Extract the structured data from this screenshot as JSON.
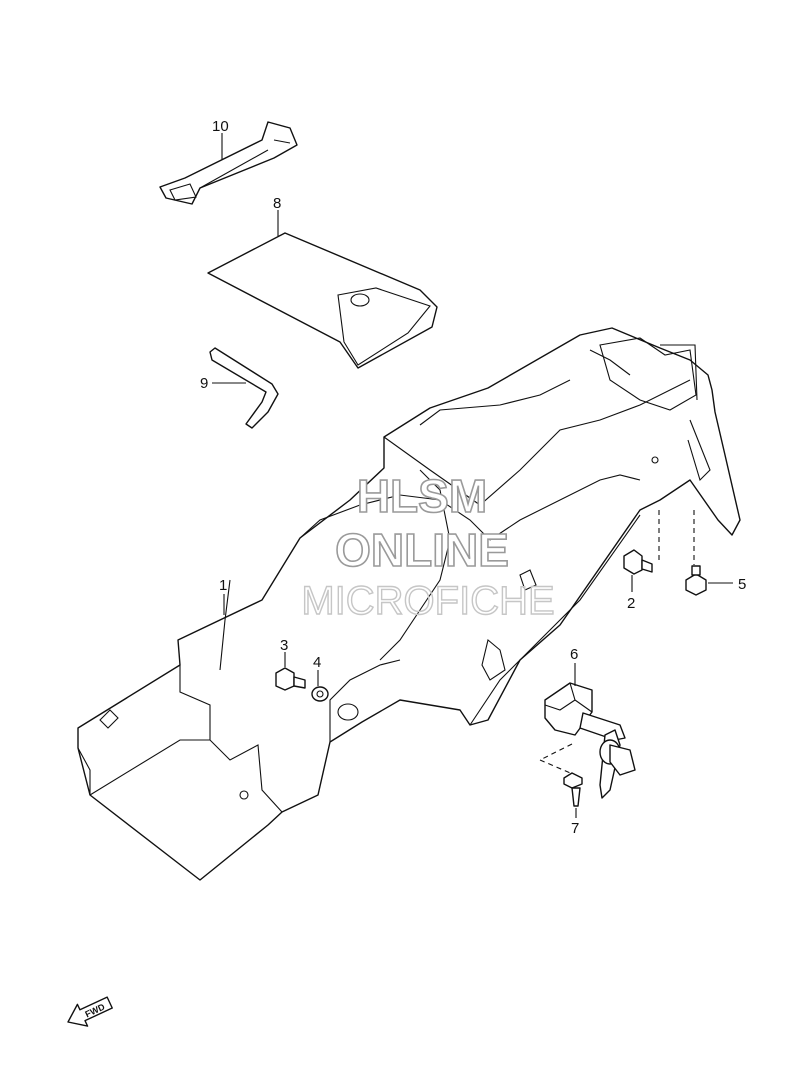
{
  "diagram": {
    "callouts": [
      {
        "id": "1",
        "text": "1"
      },
      {
        "id": "2",
        "text": "2"
      },
      {
        "id": "3",
        "text": "3"
      },
      {
        "id": "4",
        "text": "4"
      },
      {
        "id": "5",
        "text": "5"
      },
      {
        "id": "6",
        "text": "6"
      },
      {
        "id": "7",
        "text": "7"
      },
      {
        "id": "8",
        "text": "8"
      },
      {
        "id": "9",
        "text": "9"
      },
      {
        "id": "10",
        "text": "10"
      }
    ],
    "watermark": {
      "line1": "HLSM",
      "line2": "ONLINE",
      "line3": "MICROFICHE"
    },
    "direction_badge": "FWD",
    "colors": {
      "ink": "#111111",
      "watermark": "#9a9a9a",
      "background": "#ffffff"
    }
  }
}
